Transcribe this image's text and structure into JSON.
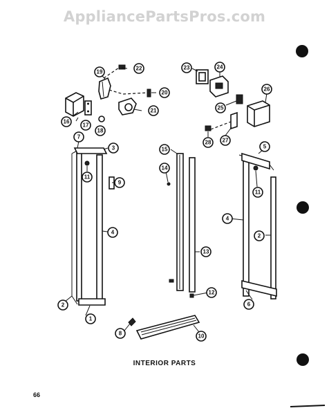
{
  "watermark": "AppliancePartsPros.com",
  "caption": "INTERIOR PARTS",
  "page_number": "66",
  "callouts": [
    "1",
    "2",
    "3",
    "4",
    "5",
    "6",
    "7",
    "8",
    "9",
    "10",
    "11",
    "12",
    "13",
    "14",
    "15",
    "16",
    "17",
    "18",
    "19",
    "20",
    "21",
    "22",
    "23",
    "24",
    "25",
    "26",
    "27",
    "28"
  ]
}
